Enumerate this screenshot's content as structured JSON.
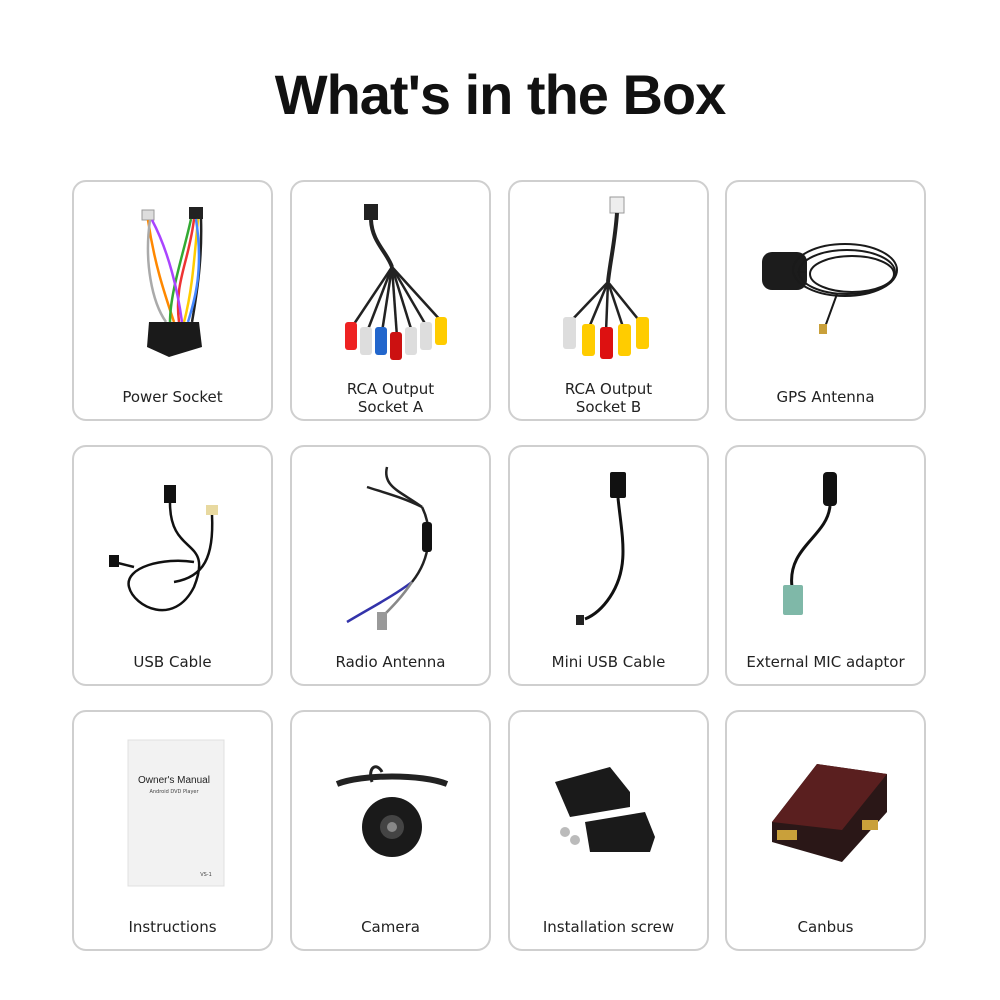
{
  "title": "What's in the Box",
  "items": [
    {
      "label": "Power Socket",
      "icon": "power-socket-harness"
    },
    {
      "label": "RCA Output\nSocket A",
      "line1": "RCA Output",
      "line2": "Socket A",
      "icon": "rca-cable-a"
    },
    {
      "label": "RCA Output\nSocket B",
      "line1": "RCA Output",
      "line2": "Socket B",
      "icon": "rca-cable-b"
    },
    {
      "label": "GPS Antenna",
      "icon": "gps-antenna"
    },
    {
      "label": "USB Cable",
      "icon": "usb-cable"
    },
    {
      "label": "Radio Antenna",
      "icon": "radio-antenna-cable"
    },
    {
      "label": "Mini USB Cable",
      "icon": "mini-usb-cable"
    },
    {
      "label": "External MIC adaptor",
      "icon": "mic-adaptor"
    },
    {
      "label": "Instructions",
      "icon": "manual",
      "manual_title": "Owner's Manual",
      "manual_subtitle": "Android DVD Player",
      "manual_code": "VS-1"
    },
    {
      "label": "Camera",
      "icon": "camera"
    },
    {
      "label": "Installation screw",
      "icon": "brackets-screws"
    },
    {
      "label": "Canbus",
      "icon": "canbus-box"
    }
  ]
}
